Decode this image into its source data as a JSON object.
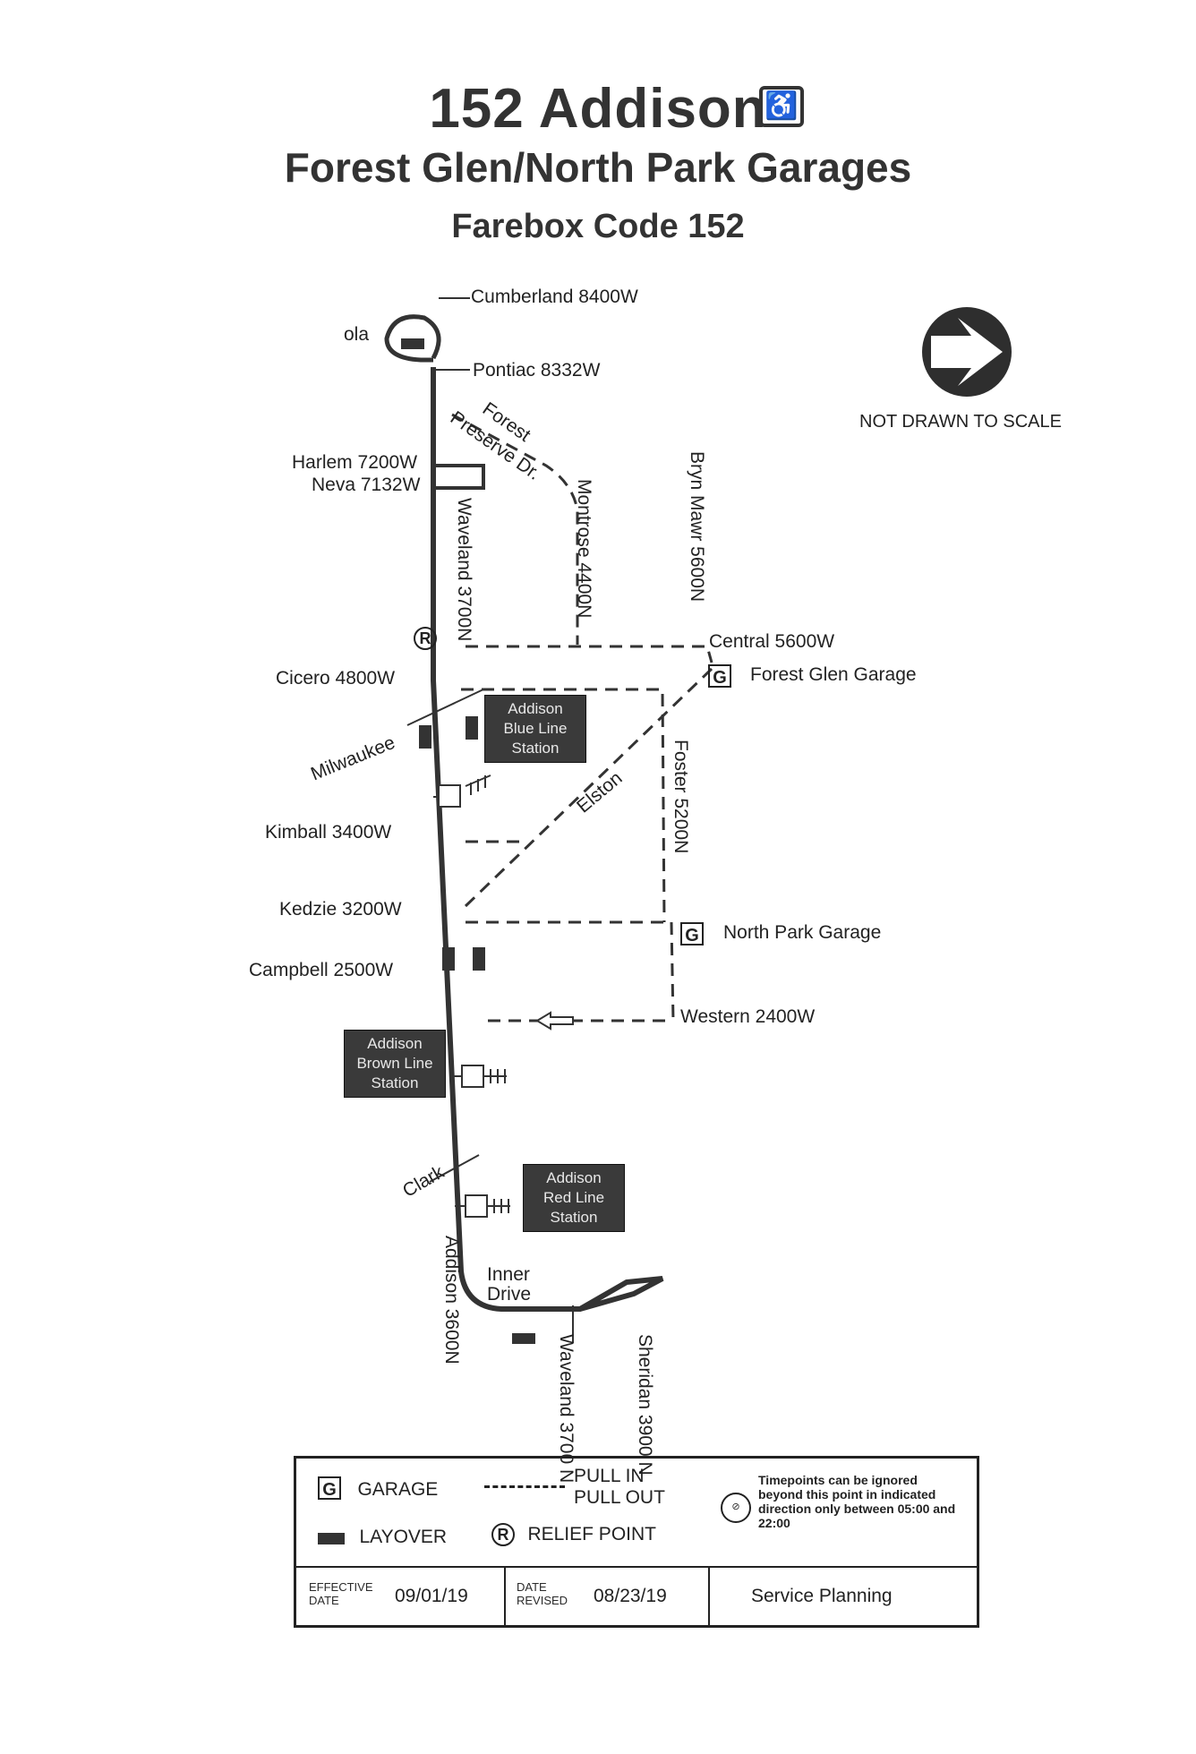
{
  "header": {
    "title": "152 Addison",
    "subtitle": "Forest Glen/North Park Garages",
    "farebox": "Farebox Code 152"
  },
  "note": {
    "not_to_scale": "NOT DRAWN TO SCALE"
  },
  "streets": {
    "cumberland": "Cumberland 8400W",
    "ola": "ola",
    "pontiac": "Pontiac 8332W",
    "forest_preserve_1": "Forest",
    "forest_preserve_2": "Preserve Dr.",
    "harlem": "Harlem 7200W",
    "neva": "Neva 7132W",
    "waveland_north": "Waveland 3700N",
    "montrose": "Montrose 4400N",
    "bryn_mawr": "Bryn Mawr 5600N",
    "central": "Central 5600W",
    "forest_glen_garage": "Forest Glen Garage",
    "cicero": "Cicero 4800W",
    "milwaukee": "Milwaukee",
    "elston": "Elston",
    "foster": "Foster 5200N",
    "kimball": "Kimball 3400W",
    "kedzie": "Kedzie 3200W",
    "north_park_garage": "North Park Garage",
    "campbell": "Campbell 2500W",
    "western": "Western 2400W",
    "clark": "Clark",
    "addison": "Addison 3600N",
    "inner_drive_1": "Inner",
    "inner_drive_2": "Drive",
    "waveland_south": "Waveland 3700 N",
    "sheridan": "Sheridan 3900 N"
  },
  "stations": {
    "blue_1": "Addison",
    "blue_2": "Blue Line",
    "blue_3": "Station",
    "brown_1": "Addison",
    "brown_2": "Brown Line",
    "brown_3": "Station",
    "red_1": "Addison",
    "red_2": "Red Line",
    "red_3": "Station"
  },
  "icons": {
    "garage": "G",
    "relief": "R"
  },
  "legend": {
    "garage": "GARAGE",
    "pull_in": "PULL IN",
    "pull_out": "PULL OUT",
    "layover": "LAYOVER",
    "relief_point": "RELIEF POINT",
    "timepoint_note": "Timepoints can be ignored beyond this point in indicated direction only between 05:00 and 22:00",
    "effective_label_1": "EFFECTIVE",
    "effective_label_2": "DATE",
    "effective_date": "09/01/19",
    "revised_label_1": "DATE",
    "revised_label_2": "REVISED",
    "revised_date": "08/23/19",
    "department": "Service Planning"
  }
}
